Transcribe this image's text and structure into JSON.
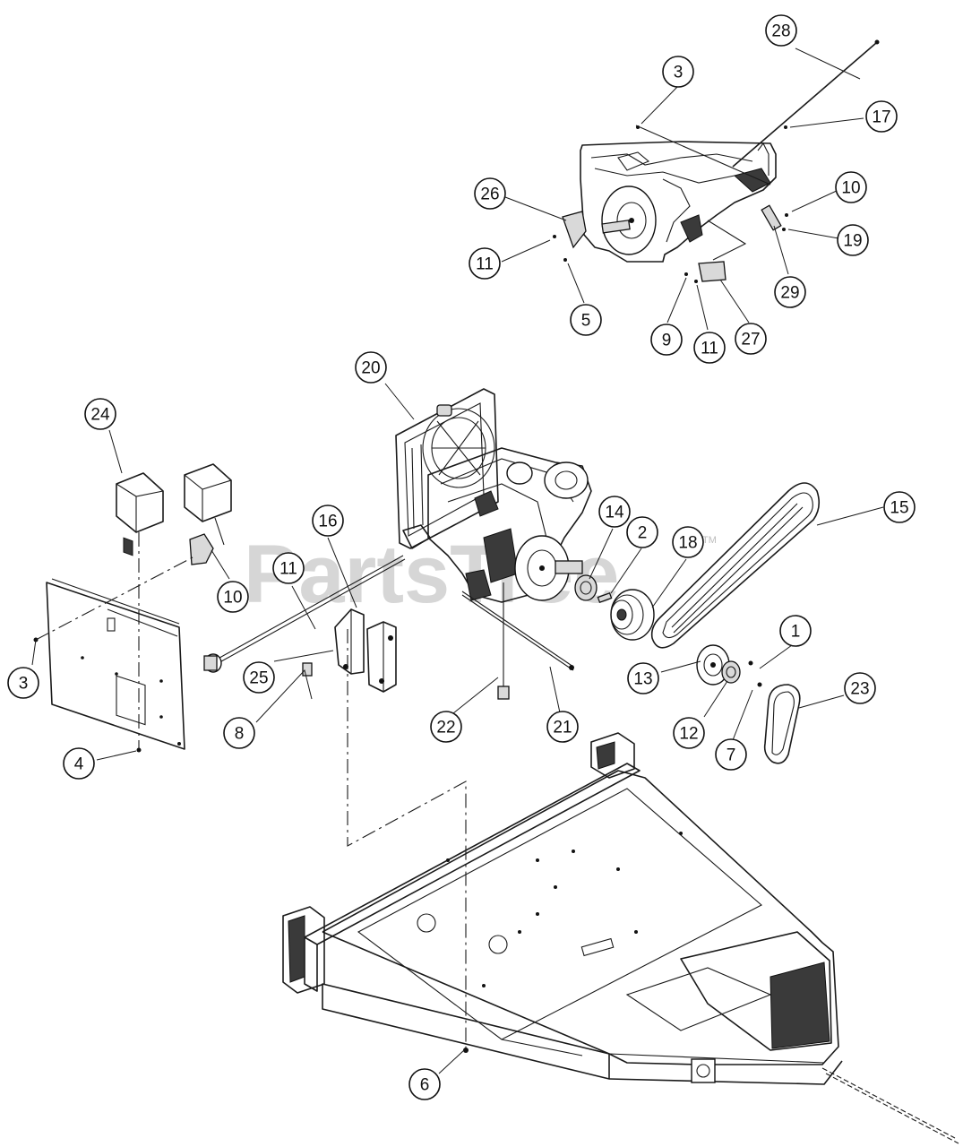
{
  "watermark": {
    "text": "PartsTree",
    "trademark": "TM"
  },
  "callouts": [
    {
      "id": "c-28",
      "label": "28"
    },
    {
      "id": "c-3-top",
      "label": "3"
    },
    {
      "id": "c-17",
      "label": "17"
    },
    {
      "id": "c-26",
      "label": "26"
    },
    {
      "id": "c-10-top",
      "label": "10"
    },
    {
      "id": "c-11-a",
      "label": "11"
    },
    {
      "id": "c-19",
      "label": "19"
    },
    {
      "id": "c-29",
      "label": "29"
    },
    {
      "id": "c-5",
      "label": "5"
    },
    {
      "id": "c-9",
      "label": "9"
    },
    {
      "id": "c-11-b",
      "label": "11"
    },
    {
      "id": "c-27",
      "label": "27"
    },
    {
      "id": "c-20",
      "label": "20"
    },
    {
      "id": "c-24",
      "label": "24"
    },
    {
      "id": "c-15",
      "label": "15"
    },
    {
      "id": "c-16",
      "label": "16"
    },
    {
      "id": "c-14",
      "label": "14"
    },
    {
      "id": "c-2",
      "label": "2"
    },
    {
      "id": "c-18",
      "label": "18"
    },
    {
      "id": "c-11-c",
      "label": "11"
    },
    {
      "id": "c-10-left",
      "label": "10"
    },
    {
      "id": "c-1",
      "label": "1"
    },
    {
      "id": "c-25",
      "label": "25"
    },
    {
      "id": "c-23",
      "label": "23"
    },
    {
      "id": "c-3-left",
      "label": "3"
    },
    {
      "id": "c-13",
      "label": "13"
    },
    {
      "id": "c-8",
      "label": "8"
    },
    {
      "id": "c-22",
      "label": "22"
    },
    {
      "id": "c-21",
      "label": "21"
    },
    {
      "id": "c-12",
      "label": "12"
    },
    {
      "id": "c-7",
      "label": "7"
    },
    {
      "id": "c-4",
      "label": "4"
    },
    {
      "id": "c-6",
      "label": "6"
    }
  ]
}
